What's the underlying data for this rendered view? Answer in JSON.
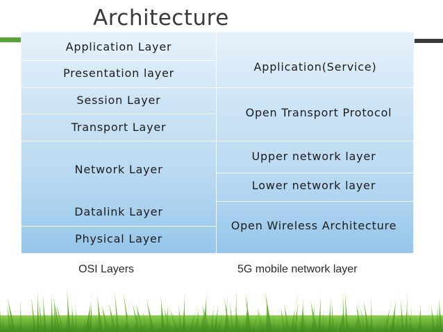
{
  "title": "Architecture",
  "osi_layers": [
    "Application Layer",
    "Presentation layer",
    "Session Layer",
    "Transport Layer",
    "Network Layer",
    "Datalink Layer",
    "Physical Layer"
  ],
  "g5_layers": [
    "Application(Service)",
    "Open Transport Protocol",
    "Upper network layer",
    "Lower network layer",
    "Open Wireless Architecture"
  ],
  "captions": {
    "left": "OSI Layers",
    "right": "5G mobile network layer"
  },
  "colors": {
    "accent_green": "#5aa33a",
    "accent_dark": "#3a3a3a",
    "table_top": "#e6f2fb",
    "table_bottom": "#96c6ea",
    "grass": "#5fae2e"
  }
}
